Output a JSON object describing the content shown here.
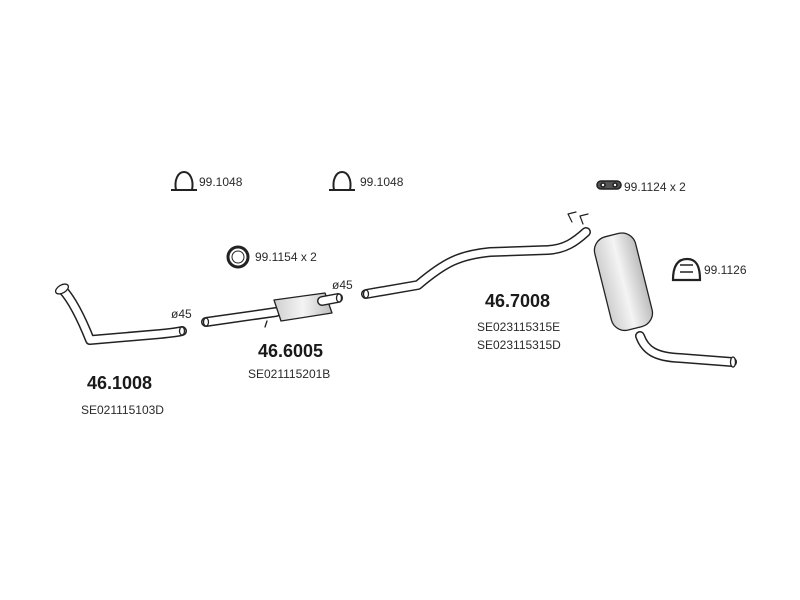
{
  "parts": [
    {
      "number": "46.1008",
      "ref": "SE021115103D"
    },
    {
      "number": "46.6005",
      "ref": "SE021115201B"
    },
    {
      "number": "46.7008",
      "refs": [
        "SE023115315E",
        "SE023115315D"
      ]
    }
  ],
  "accessories": [
    {
      "label": "99.1048",
      "icon": "clamp-icon"
    },
    {
      "label": "99.1048",
      "icon": "clamp-icon"
    },
    {
      "label": "99.1154 x 2",
      "icon": "ring-gasket-icon"
    },
    {
      "label": "99.1124 x 2",
      "icon": "rubber-strap-icon"
    },
    {
      "label": "99.1126",
      "icon": "rubber-mount-icon"
    }
  ],
  "diameters": [
    "ø45",
    "ø45"
  ]
}
